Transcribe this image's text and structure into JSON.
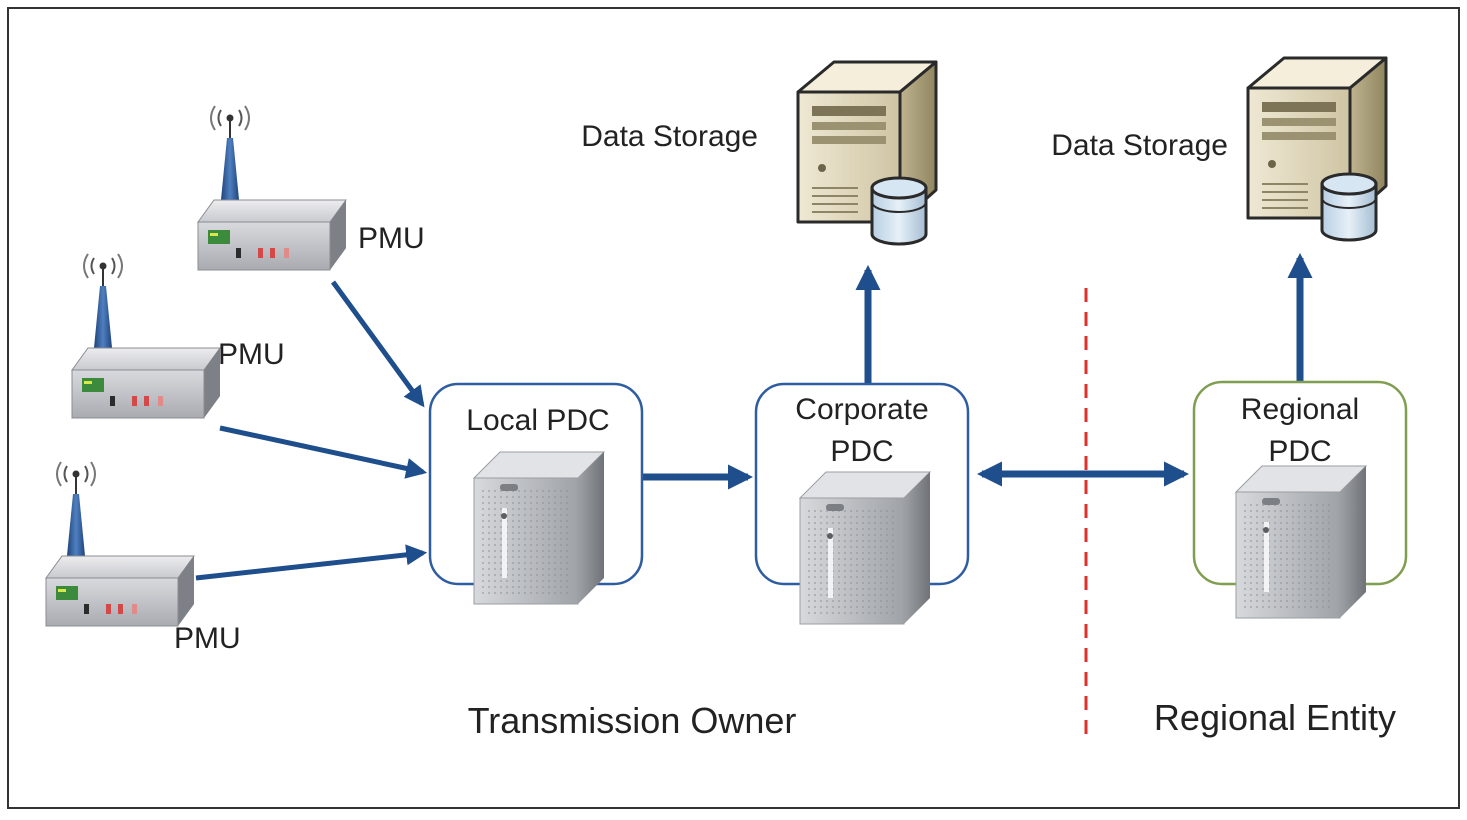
{
  "diagram": {
    "pmus": [
      {
        "label": "PMU"
      },
      {
        "label": "PMU"
      },
      {
        "label": "PMU"
      }
    ],
    "local_pdc": {
      "label": "Local PDC"
    },
    "corporate_pdc": {
      "line1": "Corporate",
      "line2": "PDC"
    },
    "regional_pdc": {
      "line1": "Regional",
      "line2": "PDC"
    },
    "storage_left": {
      "label": "Data Storage"
    },
    "storage_right": {
      "label": "Data Storage"
    },
    "zones": {
      "left": "Transmission Owner",
      "right": "Regional Entity"
    },
    "colors": {
      "arrow": "#1f4e8c",
      "pdc_box_blue": "#2e5da0",
      "pdc_box_green": "#7f9e4f",
      "divider": "#e0302b",
      "frame": "#333333"
    },
    "icons": {
      "pmu": "pmu-device-icon",
      "antenna": "antenna-icon",
      "pdc_server": "tower-server-icon",
      "storage": "storage-server-icon",
      "database": "database-icon"
    }
  }
}
